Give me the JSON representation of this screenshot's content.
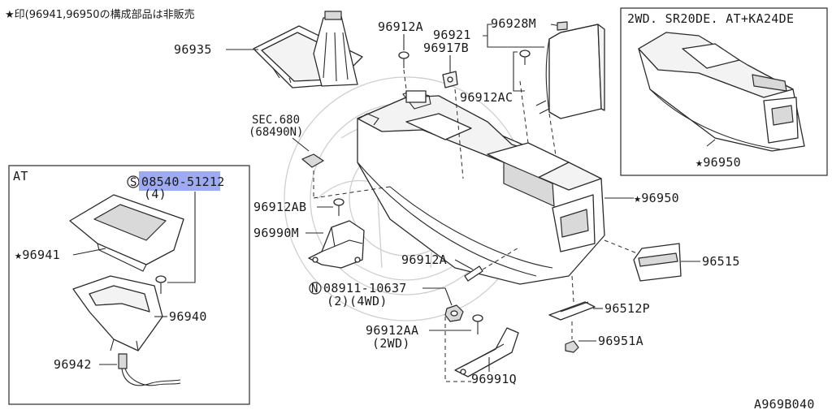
{
  "header_note": "★印(96941,96950の構成部品は非販売",
  "inset_topright": {
    "title": "2WD. SR20DE. AT+KA24DE",
    "part": "★96950"
  },
  "inset_at": {
    "title": "AT",
    "screw_prefix": "S",
    "screw_code": "08540-51212",
    "screw_qty": "(4)",
    "parts": [
      "★96941",
      "96940",
      "96942"
    ]
  },
  "labels": {
    "p96935": "96935",
    "p96912A": "96912A",
    "p96921": "96921",
    "p96928M": "96928M",
    "p96917B": "96917B",
    "p96912AC": "96912AC",
    "sec680": "SEC.680",
    "sec680_sub": "(68490N)",
    "p96912AB": "96912AB",
    "p96950": "★96950",
    "p96990M": "96990M",
    "p96912A_2": "96912A",
    "p96515": "96515",
    "nut_prefix": "N",
    "nut_code": "08911-10637",
    "nut_sub": "(2)(4WD)",
    "p96512P": "96512P",
    "p96912AA": "96912AA",
    "p96912AA_sub": "(2WD)",
    "p96951A": "96951A",
    "p96991Q": "96991Q"
  },
  "diagram_code": "A969B040"
}
